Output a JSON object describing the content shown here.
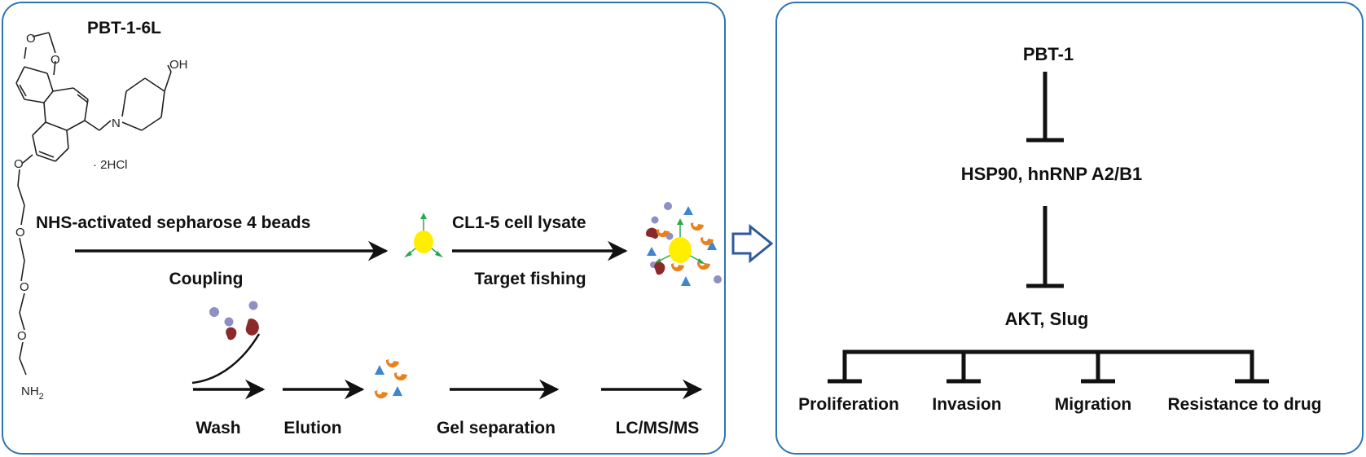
{
  "colors": {
    "panel_border": "#2e74b5",
    "arrow": "#111111",
    "bead": "#ffee00",
    "linker_green": "#2aa84a",
    "protein_purple": "#8e8fc4",
    "protein_maroon": "#8b2a2a",
    "protein_orange": "#e8821f",
    "protein_blue": "#3f86d0",
    "open_arrow": "#2e5a9a"
  },
  "left_panel": {
    "compound_name": "PBT-1-6L",
    "salt_label": "· 2HCl",
    "atoms": {
      "o1": "O",
      "o2": "O",
      "oh": "OH",
      "n": "N",
      "o_chain_1": "O",
      "o_chain_2": "O",
      "o_chain_3": "O",
      "o_chain_4": "O",
      "nh2": "NH",
      "nh2_sub": "2"
    },
    "step1": {
      "top": "NHS-activated sepharose 4 beads",
      "bottom": "Coupling"
    },
    "step2": {
      "top": "CL1-5 cell lysate",
      "bottom": "Target fishing"
    },
    "bottom_steps": [
      "Wash",
      "Elution",
      "Gel separation",
      "LC/MS/MS"
    ]
  },
  "right_panel": {
    "drug": "PBT-1",
    "targets": "HSP90, hnRNP A2/B1",
    "downstream": "AKT, Slug",
    "outcomes": [
      "Proliferation",
      "Invasion",
      "Migration",
      "Resistance to drug"
    ]
  }
}
